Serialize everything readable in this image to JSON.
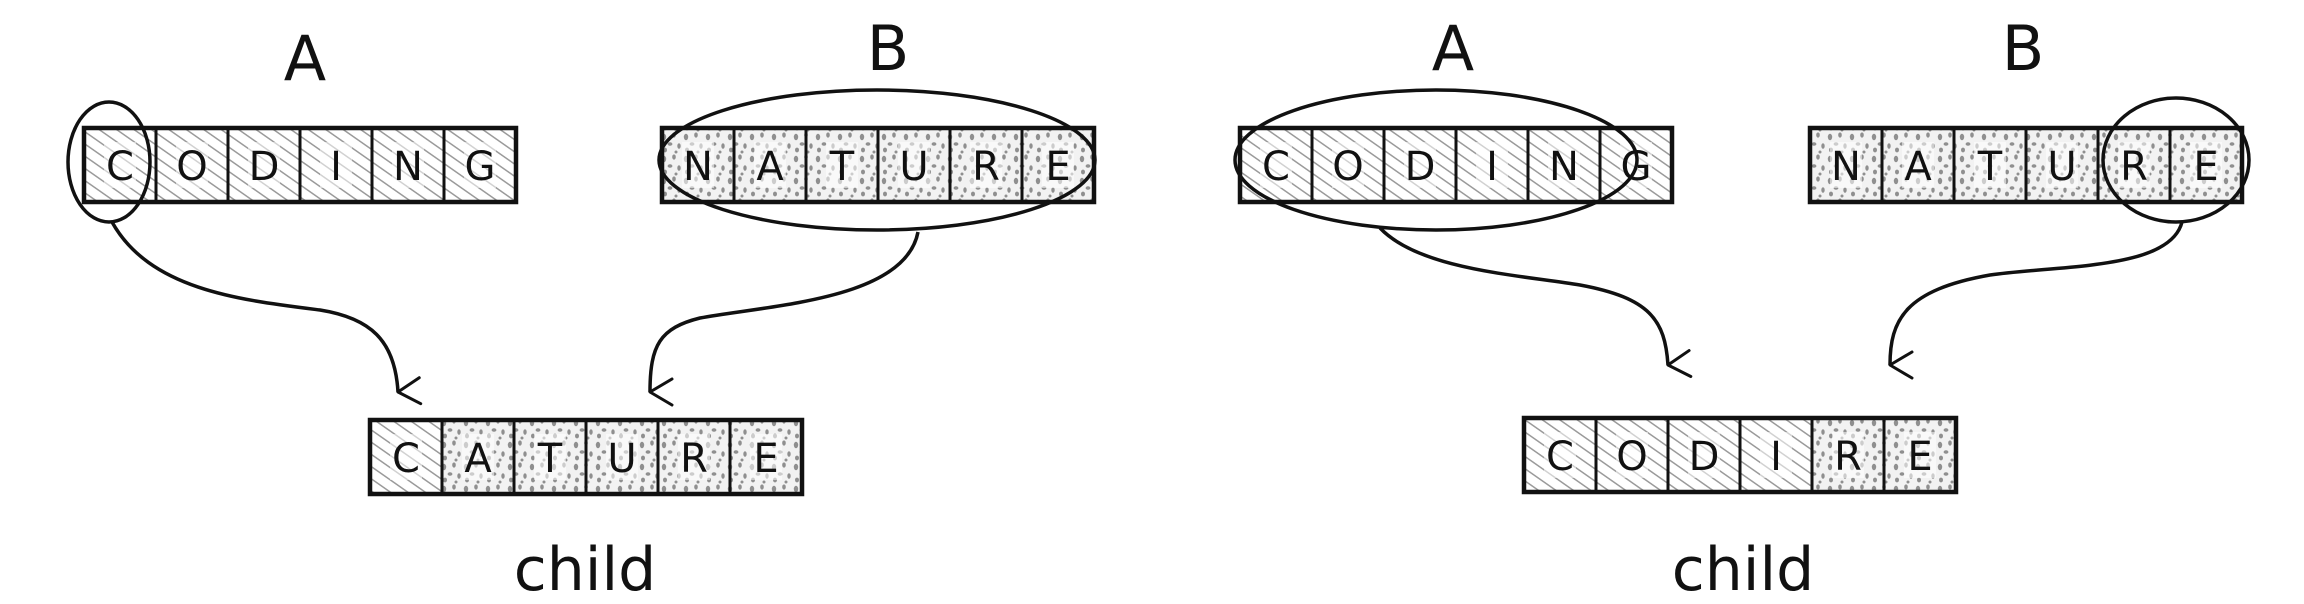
{
  "colors": {
    "ink": "#111111",
    "hatch": "#9a9a9a",
    "dots": "#8f8f8f",
    "paper": "#ffffff"
  },
  "left": {
    "parent_a": {
      "label": "A",
      "letters": [
        "C",
        "O",
        "D",
        "I",
        "N",
        "G"
      ]
    },
    "parent_b": {
      "label": "B",
      "letters": [
        "N",
        "A",
        "T",
        "U",
        "R",
        "E"
      ]
    },
    "child": {
      "label": "child",
      "letters": [
        "C",
        "A",
        "T",
        "U",
        "R",
        "E"
      ],
      "sources": [
        "A",
        "B",
        "B",
        "B",
        "B",
        "B"
      ]
    }
  },
  "right": {
    "parent_a": {
      "label": "A",
      "letters": [
        "C",
        "O",
        "D",
        "I",
        "N",
        "G"
      ]
    },
    "parent_b": {
      "label": "B",
      "letters": [
        "N",
        "A",
        "T",
        "U",
        "R",
        "E"
      ]
    },
    "child": {
      "label": "child",
      "letters": [
        "C",
        "O",
        "D",
        "I",
        "R",
        "E"
      ],
      "sources": [
        "A",
        "A",
        "A",
        "A",
        "B",
        "B"
      ]
    }
  }
}
